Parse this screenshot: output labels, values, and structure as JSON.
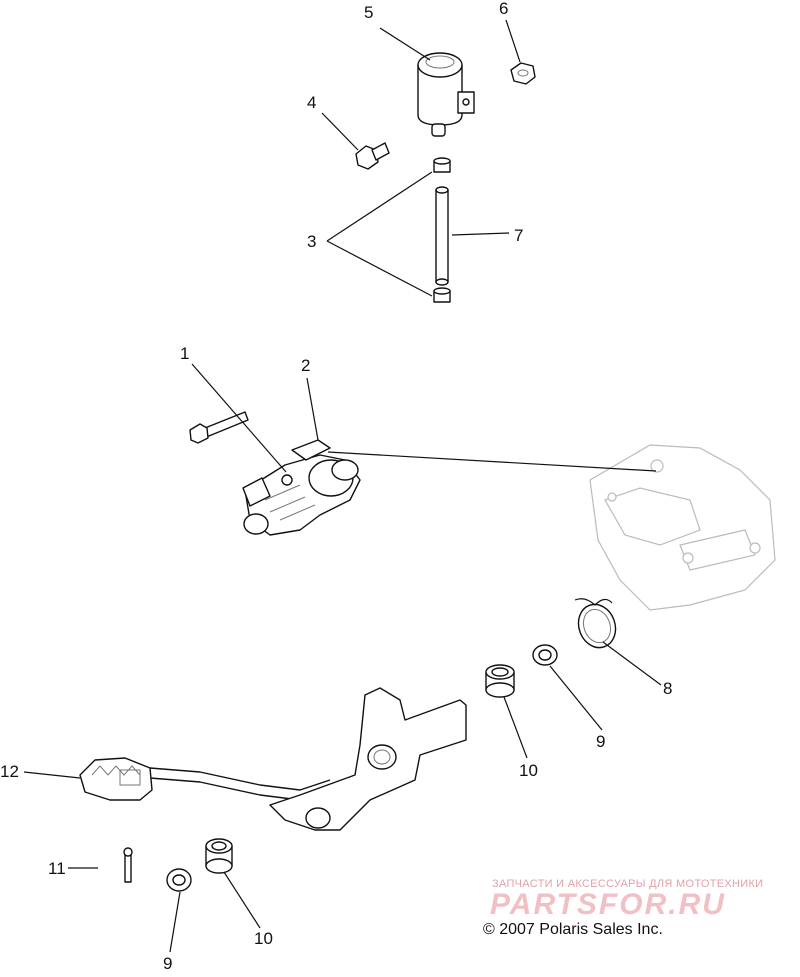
{
  "diagram": {
    "callouts": [
      {
        "id": "c5",
        "text": "5"
      },
      {
        "id": "c6",
        "text": "6"
      },
      {
        "id": "c4",
        "text": "4"
      },
      {
        "id": "c3",
        "text": "3"
      },
      {
        "id": "c7",
        "text": "7"
      },
      {
        "id": "c1",
        "text": "1"
      },
      {
        "id": "c2",
        "text": "2"
      },
      {
        "id": "c8",
        "text": "8"
      },
      {
        "id": "c9a",
        "text": "9"
      },
      {
        "id": "c10a",
        "text": "10"
      },
      {
        "id": "c12",
        "text": "12"
      },
      {
        "id": "c11",
        "text": "11"
      },
      {
        "id": "c9b",
        "text": "9"
      },
      {
        "id": "c10b",
        "text": "10"
      }
    ],
    "watermark_tagline": "ЗАПЧАСТИ И АКСЕССУАРЫ ДЛЯ МОТОТЕХНИКИ",
    "watermark_brand": "PARTSFOR.RU",
    "copyright": "© 2007 Polaris Sales Inc."
  }
}
